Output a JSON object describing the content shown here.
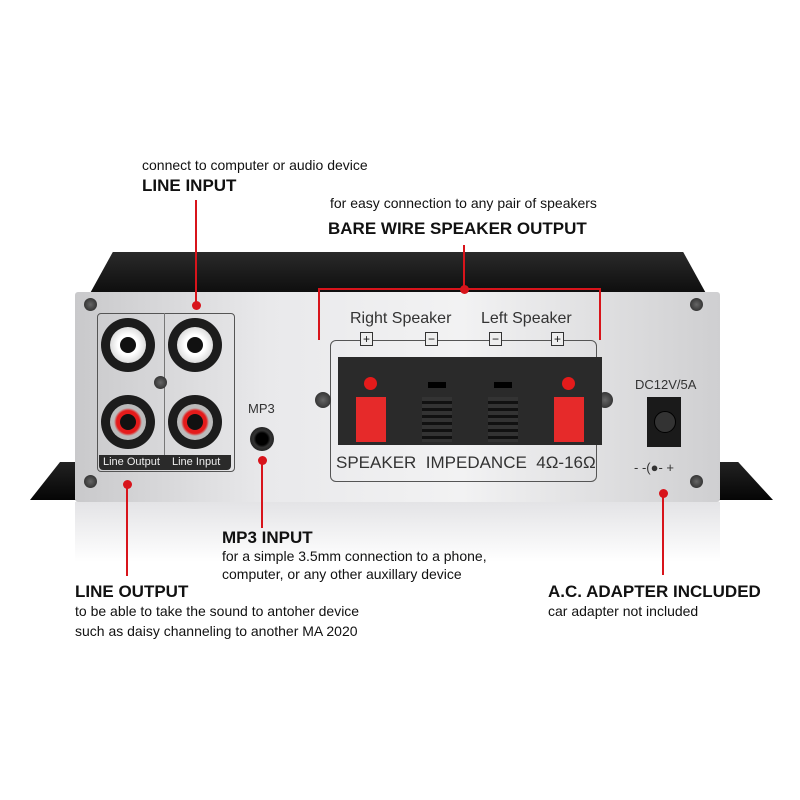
{
  "callouts": {
    "line_input": {
      "title": "LINE INPUT",
      "desc": "connect to computer or audio device"
    },
    "speaker_output": {
      "title": "BARE WIRE SPEAKER OUTPUT",
      "desc": "for easy connection to any pair of speakers"
    },
    "mp3_input": {
      "title": "MP3 INPUT",
      "desc_lines": [
        "for a simple 3.5mm connection to a phone,",
        "computer, or any other auxillary device"
      ]
    },
    "line_output": {
      "title": "LINE OUTPUT",
      "desc_lines": [
        "to be able to take the sound to antoher device",
        "such as daisy channeling to another MA 2020"
      ]
    },
    "ac_adapter": {
      "title": "A.C. ADAPTER INCLUDED",
      "desc": "car adapter not included"
    }
  },
  "panel": {
    "rca_labels": [
      "Line Output",
      "Line Input"
    ],
    "mp3_label": "MP3",
    "right_speaker": "Right Speaker",
    "left_speaker": "Left Speaker",
    "terminal_signs": [
      "+",
      "−",
      "−",
      "+"
    ],
    "impedance": "SPEAKER  IMPEDANCE  4Ω-16Ω",
    "dc_label": "DC12V/5A",
    "polarity": "- -(●- +"
  },
  "colors": {
    "accent": "#d8141b"
  }
}
